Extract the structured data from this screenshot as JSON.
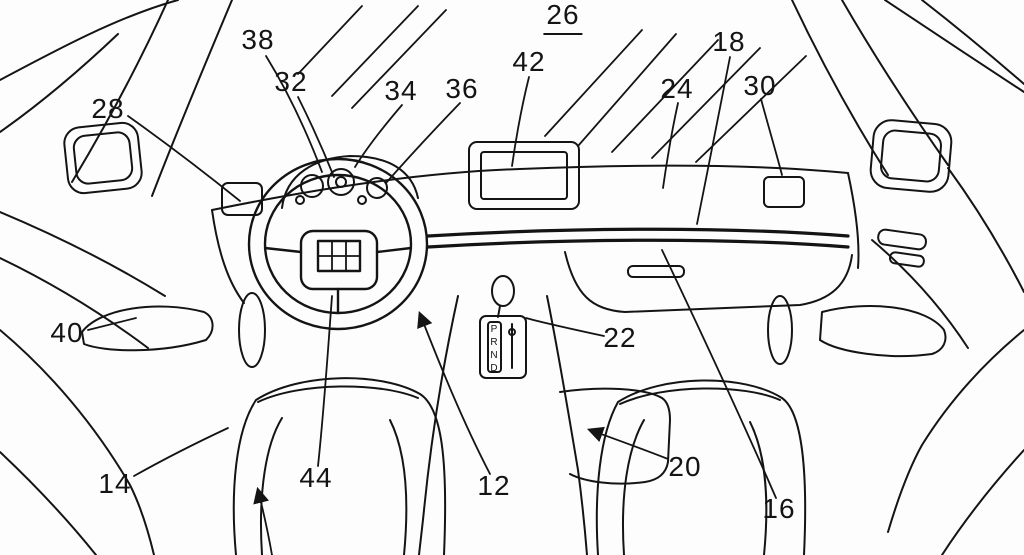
{
  "figure": {
    "number_label": "26",
    "labels": [
      {
        "text": "38"
      },
      {
        "text": "32"
      },
      {
        "text": "34"
      },
      {
        "text": "36"
      },
      {
        "text": "42"
      },
      {
        "text": "24"
      },
      {
        "text": "18"
      },
      {
        "text": "30"
      },
      {
        "text": "28"
      },
      {
        "text": "40"
      },
      {
        "text": "14"
      },
      {
        "text": "44"
      },
      {
        "text": "12"
      },
      {
        "text": "20"
      },
      {
        "text": "16"
      },
      {
        "text": "22"
      }
    ],
    "gear_letters": [
      "P",
      "R",
      "N",
      "D"
    ],
    "line_color": "#141414"
  }
}
